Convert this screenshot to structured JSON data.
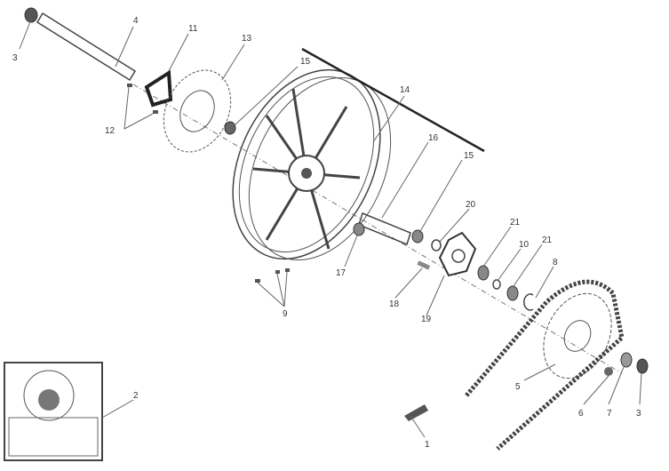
{
  "diagram": {
    "callouts": [
      {
        "id": "c3a",
        "text": "3"
      },
      {
        "id": "c4",
        "text": "4"
      },
      {
        "id": "c11",
        "text": "11"
      },
      {
        "id": "c13",
        "text": "13"
      },
      {
        "id": "c15a",
        "text": "15"
      },
      {
        "id": "c14",
        "text": "14"
      },
      {
        "id": "c12",
        "text": "12"
      },
      {
        "id": "c16",
        "text": "16"
      },
      {
        "id": "c15b",
        "text": "15"
      },
      {
        "id": "c20",
        "text": "20"
      },
      {
        "id": "c21a",
        "text": "21"
      },
      {
        "id": "c10",
        "text": "10"
      },
      {
        "id": "c21b",
        "text": "21"
      },
      {
        "id": "c8",
        "text": "8"
      },
      {
        "id": "c17",
        "text": "17"
      },
      {
        "id": "c18",
        "text": "18"
      },
      {
        "id": "c19",
        "text": "19"
      },
      {
        "id": "c9",
        "text": "9"
      },
      {
        "id": "c2",
        "text": "2"
      },
      {
        "id": "c5",
        "text": "5"
      },
      {
        "id": "c6",
        "text": "6"
      },
      {
        "id": "c7",
        "text": "7"
      },
      {
        "id": "c3b",
        "text": "3"
      },
      {
        "id": "c1",
        "text": "1"
      }
    ]
  }
}
